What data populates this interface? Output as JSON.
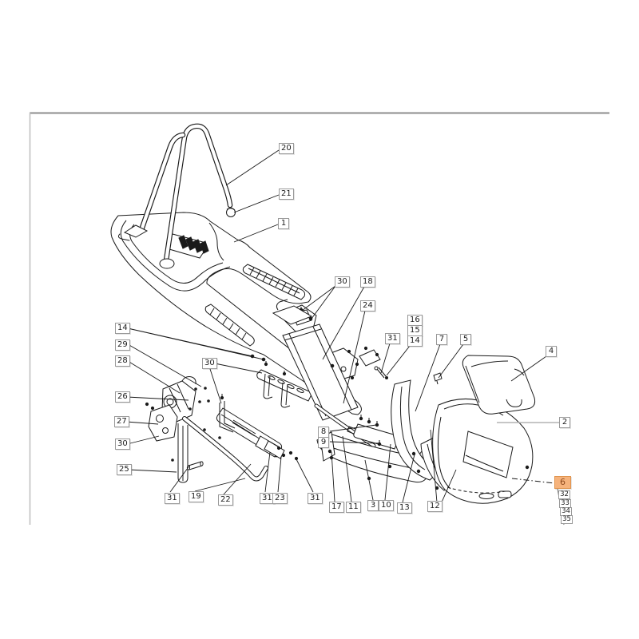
{
  "colors": {
    "highlight_fill": "#f6b37c",
    "highlight_border": "#e0944e",
    "highlight_text": "#8f4a1e",
    "diagram_line": "#1a1a1a",
    "label_border": "#999999",
    "gray_leader": "#b3b3b3",
    "frame_border": "#8c8c8c"
  },
  "diagram_type": "exploded-parts-diagram",
  "highlighted_part": "6",
  "labels": [
    {
      "text": "20"
    },
    {
      "text": "21"
    },
    {
      "text": "1"
    },
    {
      "text": "30"
    },
    {
      "text": "18"
    },
    {
      "text": "24"
    },
    {
      "text": "16"
    },
    {
      "text": "15"
    },
    {
      "text": "14"
    },
    {
      "text": "31"
    },
    {
      "text": "7"
    },
    {
      "text": "5"
    },
    {
      "text": "4"
    },
    {
      "text": "2"
    },
    {
      "text": "14"
    },
    {
      "text": "29"
    },
    {
      "text": "28"
    },
    {
      "text": "26"
    },
    {
      "text": "27"
    },
    {
      "text": "30"
    },
    {
      "text": "25"
    },
    {
      "text": "30"
    },
    {
      "text": "8"
    },
    {
      "text": "9"
    },
    {
      "text": "31"
    },
    {
      "text": "19"
    },
    {
      "text": "22"
    },
    {
      "text": "31"
    },
    {
      "text": "23"
    },
    {
      "text": "31"
    },
    {
      "text": "17"
    },
    {
      "text": "11"
    },
    {
      "text": "3"
    },
    {
      "text": "10"
    },
    {
      "text": "13"
    },
    {
      "text": "12"
    },
    {
      "text": "6"
    },
    {
      "text": "32"
    },
    {
      "text": "33"
    },
    {
      "text": "34"
    },
    {
      "text": "35"
    }
  ]
}
